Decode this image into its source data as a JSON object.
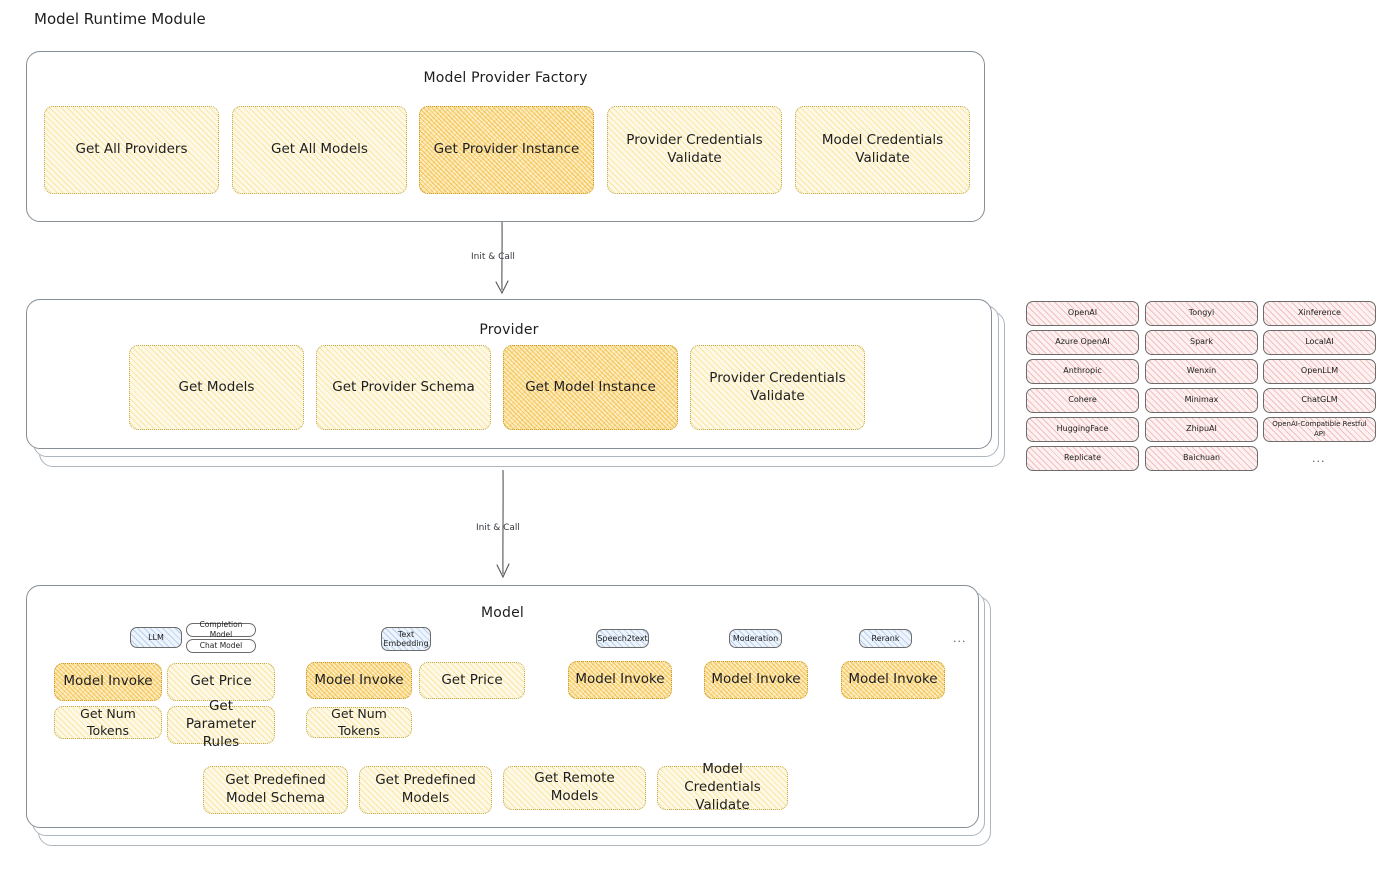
{
  "heading": "Model Runtime Module",
  "factory": {
    "title": "Model Provider Factory",
    "methods": [
      {
        "label": "Get All Providers",
        "highlight": false
      },
      {
        "label": "Get All Models",
        "highlight": false
      },
      {
        "label": "Get Provider Instance",
        "highlight": true
      },
      {
        "label": "Provider Credentials Validate",
        "highlight": false
      },
      {
        "label": "Model Credentials Validate",
        "highlight": false
      }
    ]
  },
  "arrow1": {
    "label": "Init & Call"
  },
  "provider": {
    "title": "Provider",
    "methods": [
      {
        "label": "Get Models",
        "highlight": false
      },
      {
        "label": "Get Provider Schema",
        "highlight": false
      },
      {
        "label": "Get Model Instance",
        "highlight": true
      },
      {
        "label": "Provider Credentials Validate",
        "highlight": false
      }
    ]
  },
  "provider_list": {
    "col1": [
      "OpenAI",
      "Azure OpenAI",
      "Anthropic",
      "Cohere",
      "HuggingFace",
      "Replicate"
    ],
    "col2": [
      "Tongyi",
      "Spark",
      "Wenxin",
      "Minimax",
      "ZhipuAI",
      "Baichuan"
    ],
    "col3": [
      "Xinference",
      "LocalAI",
      "OpenLLM",
      "ChatGLM",
      "OpenAI-Compatible Restful API"
    ],
    "more": "..."
  },
  "arrow2": {
    "label": "Init & Call"
  },
  "model": {
    "title": "Model",
    "more": "...",
    "types": [
      {
        "tag": "LLM",
        "subtags": [
          "Completion Model",
          "Chat Model"
        ],
        "methods": [
          {
            "label": "Model Invoke",
            "highlight": true
          },
          {
            "label": "Get Price",
            "highlight": false
          },
          {
            "label": "Get Num Tokens",
            "highlight": false
          },
          {
            "label": "Get Parameter Rules",
            "highlight": false
          }
        ]
      },
      {
        "tag": "Text Embedding",
        "subtags": [],
        "methods": [
          {
            "label": "Model Invoke",
            "highlight": true
          },
          {
            "label": "Get Price",
            "highlight": false
          },
          {
            "label": "Get Num Tokens",
            "highlight": false
          }
        ]
      },
      {
        "tag": "Speech2text",
        "subtags": [],
        "methods": [
          {
            "label": "Model Invoke",
            "highlight": true
          }
        ]
      },
      {
        "tag": "Moderation",
        "subtags": [],
        "methods": [
          {
            "label": "Model Invoke",
            "highlight": true
          }
        ]
      },
      {
        "tag": "Rerank",
        "subtags": [],
        "methods": [
          {
            "label": "Model Invoke",
            "highlight": true
          }
        ]
      }
    ],
    "common_methods": [
      {
        "label": "Get Predefined Model Schema"
      },
      {
        "label": "Get Predefined Models"
      },
      {
        "label": "Get Remote Models"
      },
      {
        "label": "Model Credentials Validate"
      }
    ]
  },
  "colors": {
    "yellow_fill": "#fef9e7",
    "yellow_stroke": "#f5c842",
    "yellow_highlight_fill": "#fdeec4",
    "pink_fill": "#fdf1f1",
    "blue_fill": "#eef4fb",
    "container_stroke": "#868e96",
    "text": "#1e1e1e"
  }
}
